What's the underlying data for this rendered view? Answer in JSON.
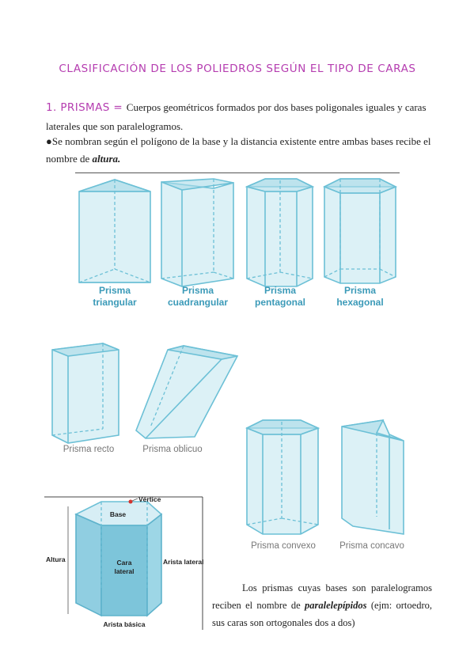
{
  "title": "CLASIFICACIÓN DE LOS POLIEDROS SEGÚN EL TIPO DE CARAS",
  "section1": {
    "heading": "1. PRISMAS = ",
    "text": "Cuerpos geométricos formados por dos bases poligonales iguales y caras laterales que son paralelogramos."
  },
  "bullet": {
    "symbol": "●",
    "text": "Se nombran según el polígono de la base y la distancia existente entre ambas bases recibe el nombre de ",
    "bold": "altura."
  },
  "prism_labels": [
    [
      "Prisma",
      "triangular"
    ],
    [
      "Prisma",
      "cuadrangular"
    ],
    [
      "Prisma",
      "pentagonal"
    ],
    [
      "Prisma",
      "hexagonal"
    ]
  ],
  "recto_label": "Prisma recto",
  "oblicuo_label": "Prisma oblicuo",
  "convexo_label": "Prisma convexo",
  "concavo_label": "Prisma concavo",
  "diagram_labels": {
    "vertice": "Vértice",
    "base": "Base",
    "cara": "Cara",
    "lateral": "lateral",
    "altura": "Altura",
    "arista_lateral": "Arista lateral",
    "arista_basica": "Arista básica"
  },
  "paralelepipedos": {
    "before": "Los prismas cuyas bases son paralelogramos reciben el nombre de ",
    "bold": "paralelepípidos",
    "after": " (ejm: ortoedro, sus caras son ortogonales dos a dos)"
  },
  "colors": {
    "title": "#b53db0",
    "prism_stroke": "#6cc0d6",
    "label_blue": "#3b9ab8"
  }
}
